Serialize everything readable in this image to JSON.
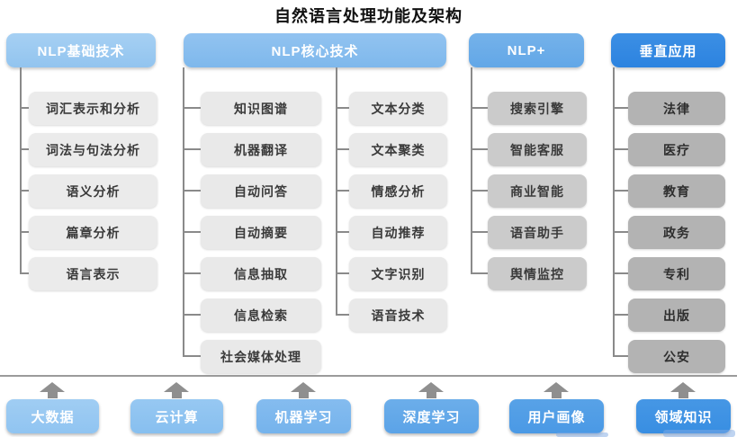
{
  "title": "自然语言处理功能及架构",
  "columns": [
    {
      "header": "NLP基础技术",
      "header_color": "#92c4ef",
      "item_color": "#ebebeb",
      "items": [
        "词汇表示和分析",
        "词法与句法分析",
        "语义分析",
        "篇章分析",
        "语言表示"
      ]
    },
    {
      "header": "NLP核心技术",
      "header_color": "#7eb8ec",
      "item_color": "#e9e9e9",
      "sub_columns": [
        [
          "知识图谱",
          "机器翻译",
          "自动问答",
          "自动摘要",
          "信息抽取",
          "信息检索",
          "社会媒体处理"
        ],
        [
          "文本分类",
          "文本聚类",
          "情感分析",
          "自动推荐",
          "文字识别",
          "语音技术"
        ]
      ]
    },
    {
      "header": "NLP+",
      "header_color": "#62a7e7",
      "item_color": "#cbcbcb",
      "items": [
        "搜索引擎",
        "智能客服",
        "商业智能",
        "语音助手",
        "舆情监控"
      ]
    },
    {
      "header": "垂直应用",
      "header_color": "#2c83e0",
      "item_color": "#b3b3b3",
      "items": [
        "法律",
        "医疗",
        "教育",
        "政务",
        "专利",
        "出版",
        "公安"
      ]
    }
  ],
  "foundation": {
    "items": [
      {
        "label": "大数据",
        "color": "#90c4f1"
      },
      {
        "label": "云计算",
        "color": "#87bfef"
      },
      {
        "label": "机器学习",
        "color": "#75b3ec"
      },
      {
        "label": "深度学习",
        "color": "#5ba3e7"
      },
      {
        "label": "用户画像",
        "color": "#4a99e5"
      },
      {
        "label": "领域知识",
        "color": "#388ee2"
      }
    ]
  },
  "style_tokens": {
    "connector_color": "#8a8a8a",
    "arrow_color": "#8f8f8f",
    "divider_color": "#9b9b9b",
    "title_color": "#111111"
  }
}
